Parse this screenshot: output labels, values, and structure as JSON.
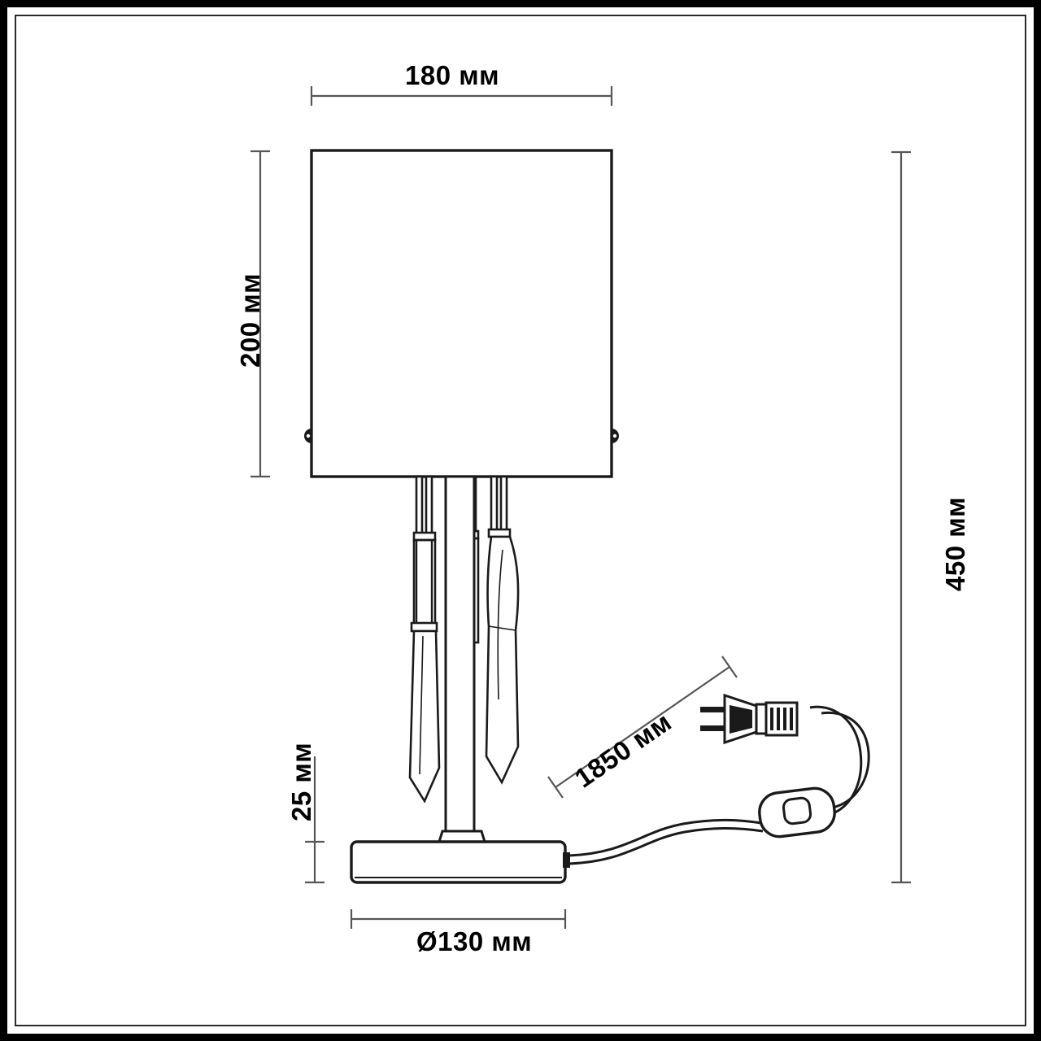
{
  "drawing": {
    "title": "Table lamp dimensional drawing",
    "units": "мм",
    "line_color": "#1a1a1a",
    "text_color": "#000000",
    "background": "#ffffff",
    "border_color": "#000000"
  },
  "dimensions": {
    "shade_width": "180 мм",
    "shade_height": "200 мм",
    "total_height": "450 мм",
    "base_height": "25 мм",
    "base_diameter": "Ø130 мм",
    "cord_length": "1850 мм"
  },
  "parts": [
    {
      "name": "lamp-shade",
      "label": "shade"
    },
    {
      "name": "crystal-pendants",
      "label": "crystals"
    },
    {
      "name": "lamp-stem",
      "label": "stem"
    },
    {
      "name": "lamp-base",
      "label": "base"
    },
    {
      "name": "power-cord",
      "label": "cord"
    },
    {
      "name": "inline-switch",
      "label": "switch"
    },
    {
      "name": "power-plug",
      "label": "plug"
    }
  ]
}
